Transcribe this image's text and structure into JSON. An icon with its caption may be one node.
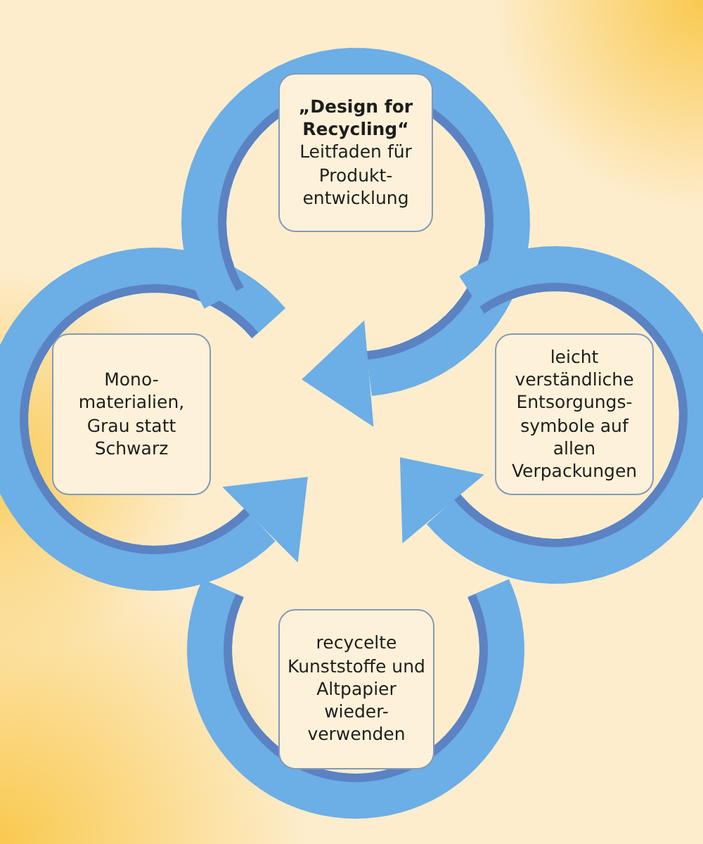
{
  "diagram": {
    "nodes": [
      {
        "text": [
          "„Design for Recycling“",
          "Leitfaden für Produkt- entwicklung"
        ]
      },
      {
        "text": [
          "leicht verständliche Entsorgungs- symbole auf allen Verpackungen"
        ]
      },
      {
        "text": [
          "recycelte Kunststoffe und Altpapier wieder- verwenden"
        ]
      },
      {
        "text": [
          "Mono- materialien, Grau statt Schwarz"
        ]
      }
    ]
  }
}
